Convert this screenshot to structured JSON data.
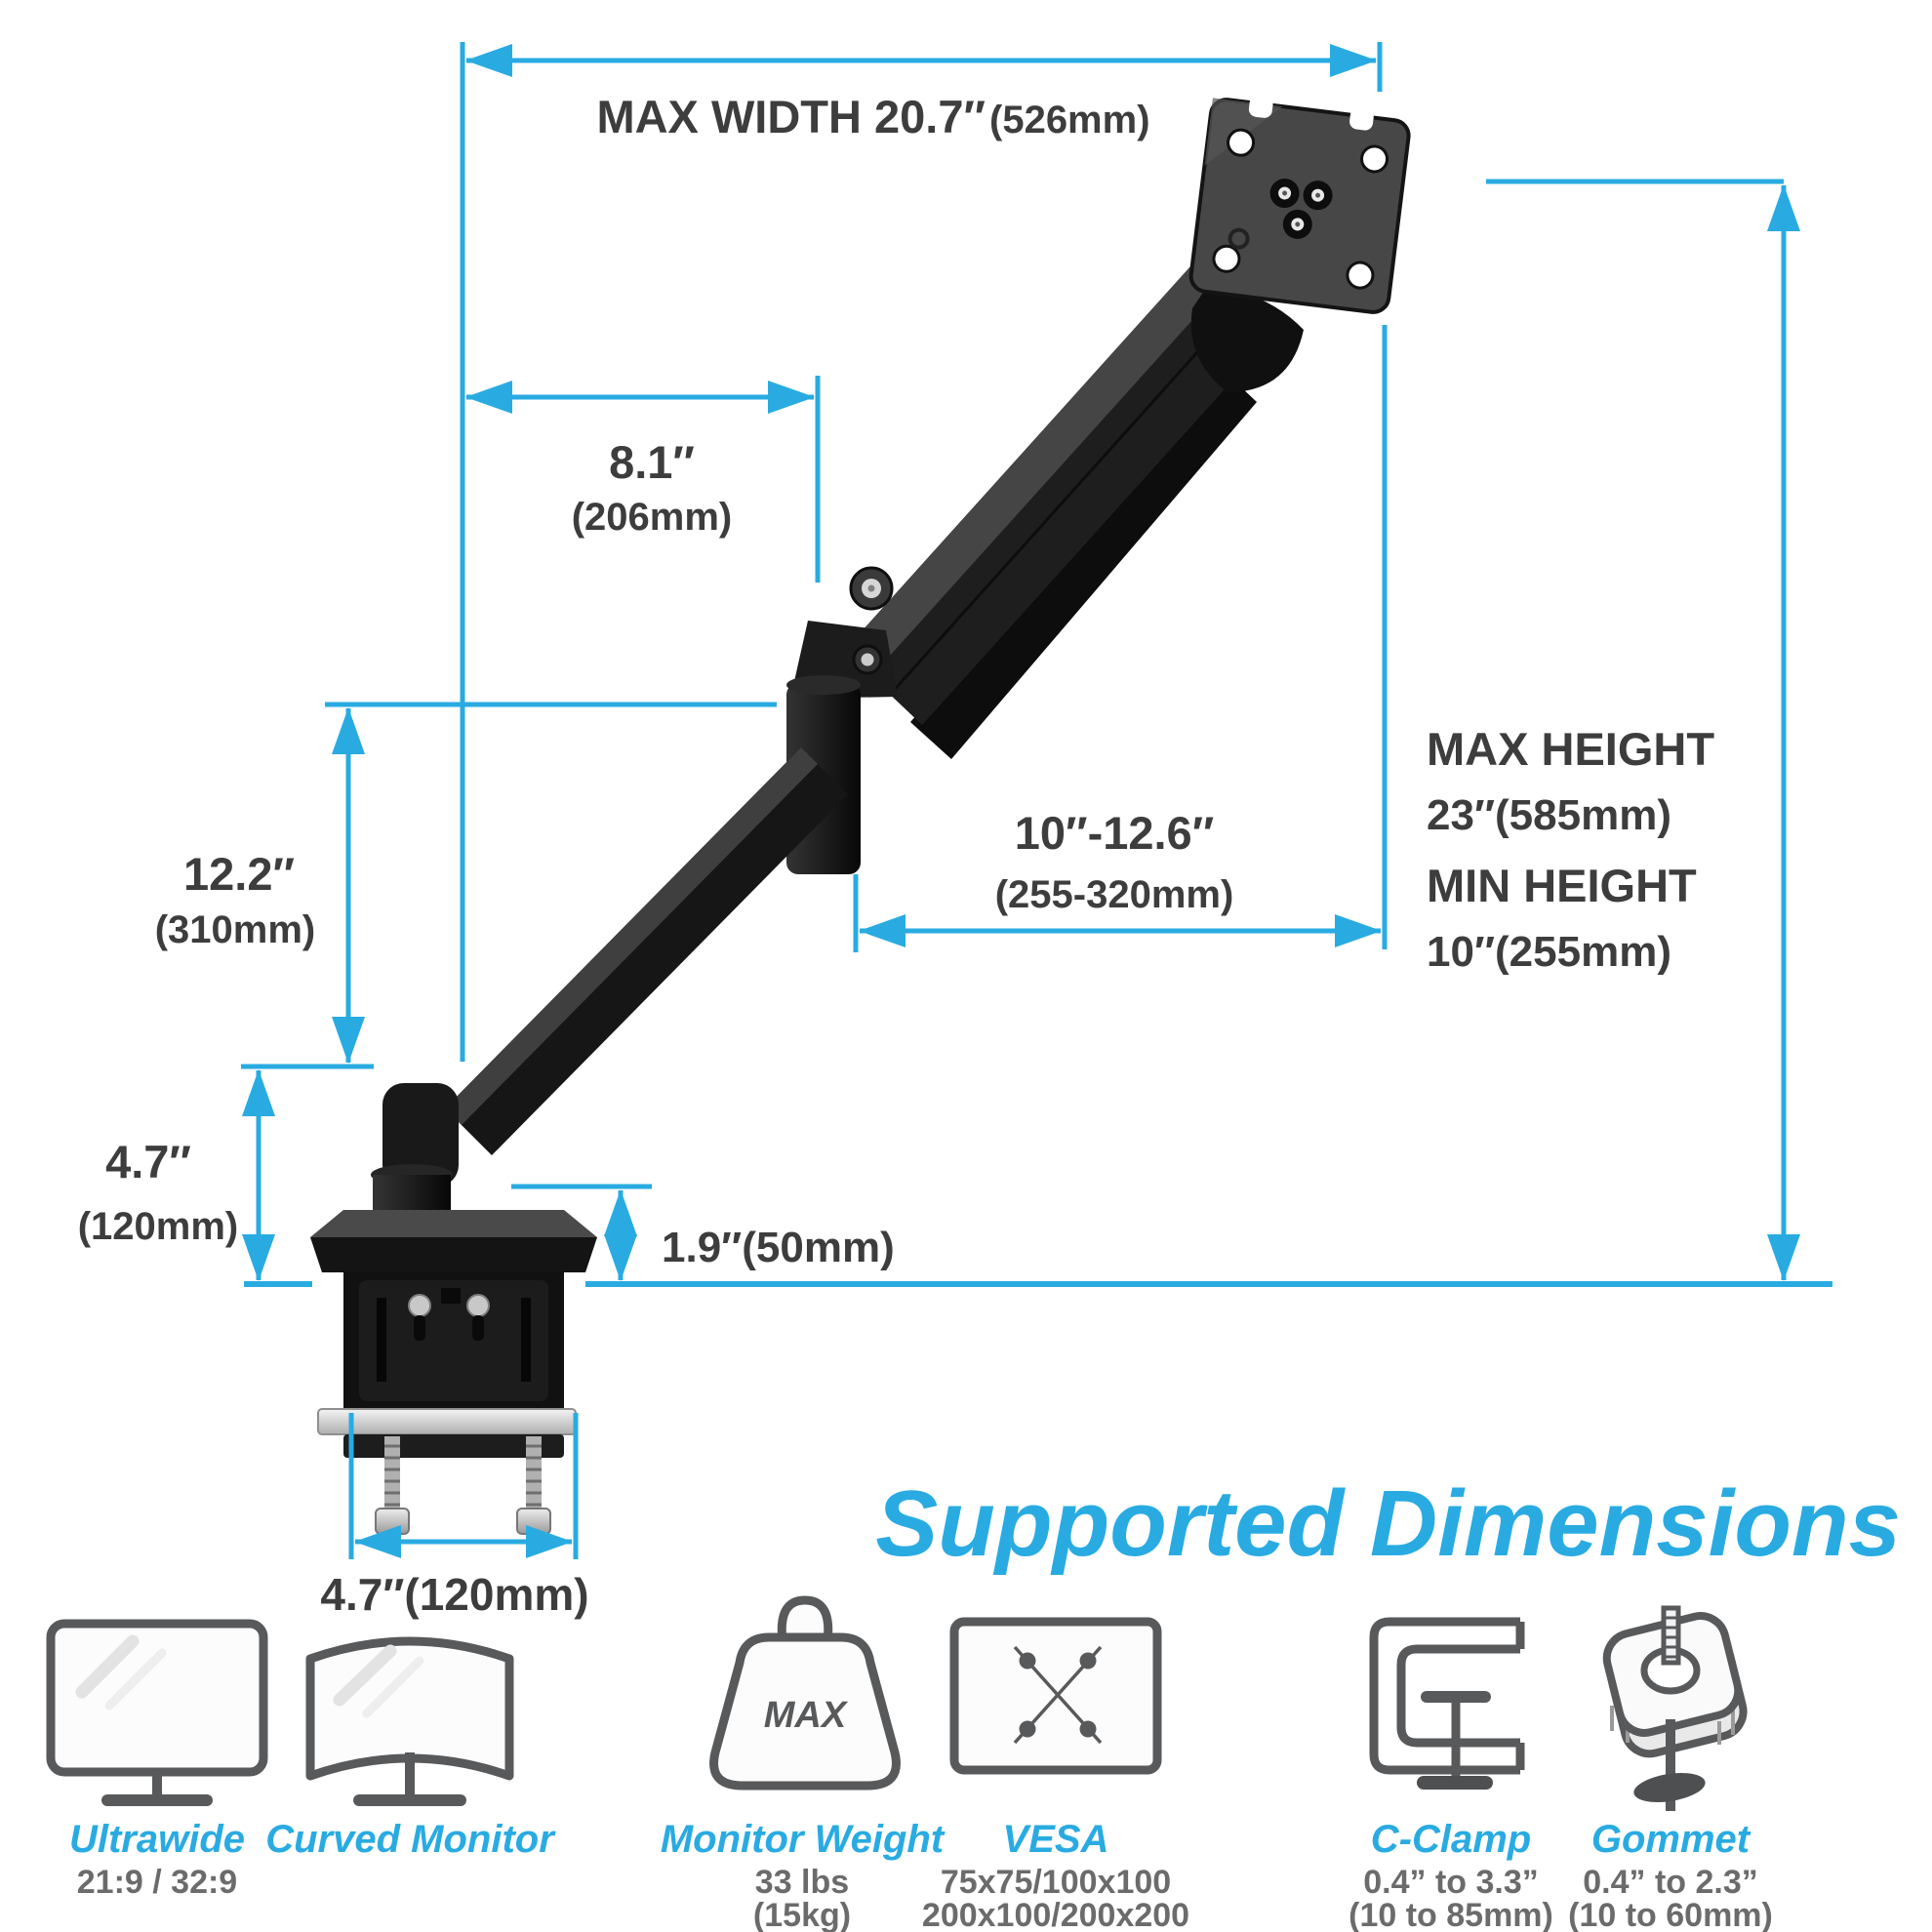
{
  "colors": {
    "accent_blue": "#29abe2",
    "dimension_text": "#3d3d3d",
    "icon_stroke": "#58595b",
    "sub_text": "#6b6b6b"
  },
  "dims": {
    "max_width_main": "MAX WIDTH 20.7″",
    "max_width_paren": "(526mm)",
    "reach_in": "8.1″",
    "reach_mm": "(206mm)",
    "riser_in": "12.2″",
    "riser_mm": "(310mm)",
    "base_in": "4.7″",
    "base_mm": "(120mm)",
    "post": "1.9″(50mm)",
    "ext_in": "10″-12.6″",
    "ext_mm": "(255-320mm)",
    "max_height_label": "MAX HEIGHT",
    "max_height_value": "23″(585mm)",
    "min_height_label": "MIN HEIGHT",
    "min_height_value": "10″(255mm)",
    "clamp_width": "4.7″(120mm)"
  },
  "title": "Supported Dimensions",
  "icons": {
    "ultrawide": {
      "label": "Ultrawide",
      "sub1": "21:9 / 32:9"
    },
    "curved": {
      "label": "Curved Monitor"
    },
    "weight": {
      "label": "Monitor Weight",
      "sub1": "33 lbs",
      "sub2": "(15kg)",
      "badge": "MAX"
    },
    "vesa": {
      "label": "VESA",
      "sub1": "75x75/100x100",
      "sub2": "200x100/200x200"
    },
    "cclamp": {
      "label": "C-Clamp",
      "sub1": "0.4” to 3.3”",
      "sub2": "(10 to 85mm)"
    },
    "grommet": {
      "label": "Gommet",
      "sub1": "0.4” to 2.3”",
      "sub2": "(10 to 60mm)"
    }
  }
}
